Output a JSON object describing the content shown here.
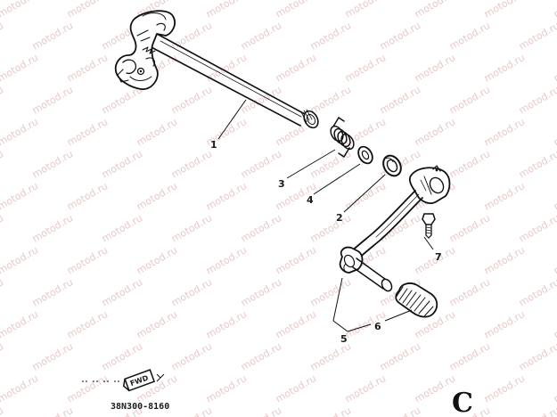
{
  "watermark_text": "motod.ru",
  "parts": [
    {
      "number": "1"
    },
    {
      "number": "2"
    },
    {
      "number": "3"
    },
    {
      "number": "4"
    },
    {
      "number": "5"
    },
    {
      "number": "6"
    },
    {
      "number": "7"
    }
  ],
  "fwd_label": "FWD",
  "part_code": "38N300-8160",
  "corner_letter": "C"
}
